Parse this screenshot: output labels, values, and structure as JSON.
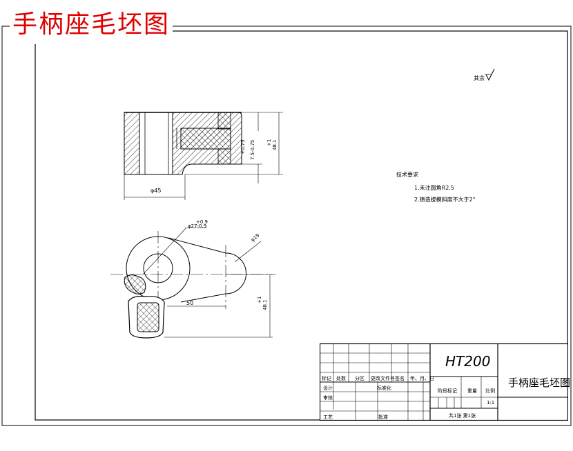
{
  "header": {
    "title": "手柄座毛坯图"
  },
  "roughness_symbol": "其余",
  "tech_requirements": {
    "heading": "技术要求",
    "items": [
      "1.未注圆角R2.5",
      "2.铸造拔模斜度不大于2°"
    ]
  },
  "dimensions": {
    "phi45": "φ45",
    "dim_075": "+0.75",
    "dim_75_075": "7.5-0.75",
    "dim_48_top": "+1",
    "dim_48": "48.1",
    "tol_09": "+0.9",
    "phi27": "φ27-0.9",
    "phi19": "φ19",
    "dim_50": "50",
    "dim_bottom_top": "+1",
    "dim_bottom": "48.1"
  },
  "title_block": {
    "material": "HT200",
    "drawing_name": "手柄座毛坯图",
    "col_labels": [
      "标记",
      "处数",
      "分区",
      "更改文件号",
      "签名",
      "年、月、日"
    ],
    "row_labels": [
      "设计",
      "标准化",
      "审核",
      "工艺",
      "批准"
    ],
    "stage_label": "阶段标记",
    "weight_label": "重量",
    "scale_label": "比例",
    "scale_value": "1:1",
    "sheet_info": "共1张  第1张"
  }
}
